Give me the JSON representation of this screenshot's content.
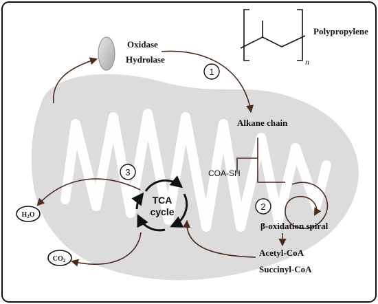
{
  "labels": {
    "enzyme_1": "Oxidase",
    "enzyme_2": "Hydrolase",
    "polymer": "Polypropylene",
    "polymer_subscript": "n",
    "alkane": "Alkane chain",
    "coa_sh": "COA-SH",
    "beta_ox_prefix": "β",
    "beta_ox_rest": "-oxidation spiral",
    "acetyl": "Acetyl-CoA",
    "succinyl": "Succinyl-CoA",
    "tca_line1": "TCA",
    "tca_line2": "cycle",
    "water_main": "H",
    "water_sub": "2",
    "water_tail": "O",
    "co2_main": "CO",
    "co2_sub": "2"
  },
  "steps": [
    "1",
    "2",
    "3"
  ],
  "colors": {
    "border": "#111111",
    "arrow": "#4a2a1e",
    "mito_body": "#dcdcdc",
    "mito_cristae": "#ffffff",
    "enzyme_fill": "#c4c4c4",
    "text": "#111111"
  },
  "icons": [
    "enzyme-ellipse-icon",
    "mitochondrion-icon",
    "tca-cycle-arrows-icon",
    "polymer-structure-icon"
  ]
}
